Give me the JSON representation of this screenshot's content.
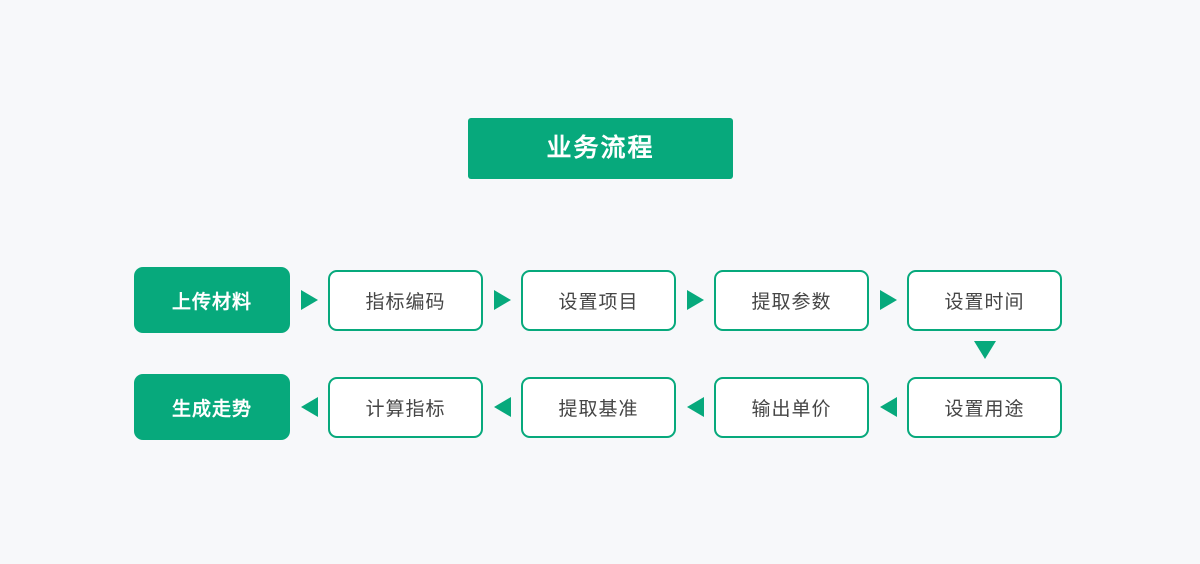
{
  "page": {
    "background_color": "#f7f8fa",
    "accent_color": "#07a97c",
    "text_color": "#454545"
  },
  "title": {
    "label": "业务流程"
  },
  "flow": {
    "row1": {
      "nodes": [
        {
          "label": "上传材料",
          "style": "filled"
        },
        {
          "label": "指标编码",
          "style": "outline"
        },
        {
          "label": "设置项目",
          "style": "outline"
        },
        {
          "label": "提取参数",
          "style": "outline"
        },
        {
          "label": "设置时间",
          "style": "outline"
        }
      ],
      "connectors": [
        "arrow-right",
        "arrow-right",
        "arrow-right",
        "arrow-right"
      ]
    },
    "row2": {
      "nodes": [
        {
          "label": "生成走势",
          "style": "filled"
        },
        {
          "label": "计算指标",
          "style": "outline"
        },
        {
          "label": "提取基准",
          "style": "outline"
        },
        {
          "label": "输出单价",
          "style": "outline"
        },
        {
          "label": "设置用途",
          "style": "outline"
        }
      ],
      "connectors": [
        "arrow-left",
        "arrow-left",
        "arrow-left",
        "arrow-left"
      ]
    },
    "row_connector": {
      "direction": "arrow-down",
      "from": "设置时间",
      "to": "设置用途"
    }
  }
}
